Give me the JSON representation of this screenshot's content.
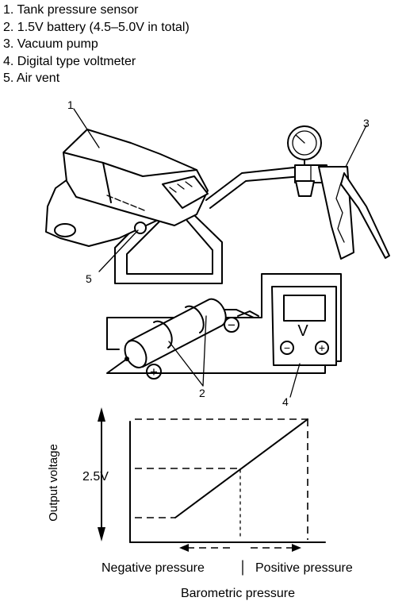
{
  "legend": [
    "1. Tank pressure sensor",
    "2. 1.5V battery (4.5–5.0V in total)",
    "3. Vacuum pump",
    "4. Digital type voltmeter",
    "5. Air vent"
  ],
  "callouts": {
    "sensor": "1",
    "battery": "2",
    "pump": "3",
    "voltmeter": "4",
    "air_vent": "5"
  },
  "voltmeter_symbol": "V",
  "polarity": {
    "plus": "+",
    "minus": "−"
  },
  "graph": {
    "y_axis_label": "Output voltage",
    "reference_label": "2.5V",
    "negative_label": "Negative pressure",
    "positive_label": "Positive pressure",
    "x_axis_label": "Barometric pressure"
  }
}
